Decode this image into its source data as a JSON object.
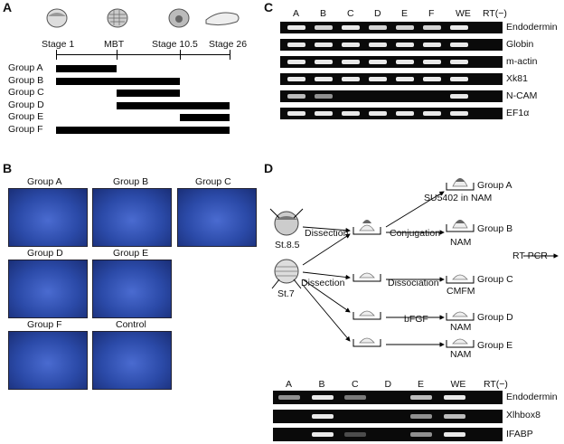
{
  "panels": {
    "a": "A",
    "b": "B",
    "c": "C",
    "d": "D"
  },
  "panelA": {
    "stages": [
      "Stage 1",
      "MBT",
      "Stage 10.5",
      "Stage 26"
    ],
    "groups": [
      {
        "label": "Group A",
        "start": 0,
        "end": 1
      },
      {
        "label": "Group B",
        "start": 0,
        "end": 2
      },
      {
        "label": "Group C",
        "start": 1,
        "end": 2
      },
      {
        "label": "Group D",
        "start": 1,
        "end": 3
      },
      {
        "label": "Group E",
        "start": 2,
        "end": 3
      },
      {
        "label": "Group F",
        "start": 0,
        "end": 3
      }
    ]
  },
  "panelB": {
    "photos": [
      "Group A",
      "Group B",
      "Group C",
      "Group D",
      "Group E",
      "Group F",
      "Control"
    ]
  },
  "panelC": {
    "lanes": [
      "A",
      "B",
      "C",
      "D",
      "E",
      "F",
      "WE",
      "RT(−)"
    ],
    "rows": [
      {
        "gene": "Endodermin",
        "bands": [
          1,
          0.9,
          1,
          0.9,
          0.9,
          0.9,
          1,
          0
        ]
      },
      {
        "gene": "Globin",
        "bands": [
          1,
          1,
          1,
          1,
          1,
          1,
          1,
          0
        ]
      },
      {
        "gene": "m-actin",
        "bands": [
          1,
          1,
          1,
          1,
          1,
          1,
          1,
          0
        ]
      },
      {
        "gene": "Xk81",
        "bands": [
          1,
          1,
          1,
          1,
          1,
          1,
          1,
          0
        ]
      },
      {
        "gene": "N-CAM",
        "bands": [
          0.8,
          0.6,
          0,
          0,
          0,
          0,
          1,
          0
        ]
      },
      {
        "gene": "EF1α",
        "bands": [
          1,
          1,
          1,
          1,
          1,
          1,
          1,
          0
        ]
      }
    ]
  },
  "panelD": {
    "st85": "St.8.5",
    "st7": "St.7",
    "dissection1": "Dissection",
    "dissection2": "Dissection",
    "conjugation": "Conjugation",
    "dissociation": "Dissociation",
    "bfgf": "bFGF",
    "su5402": "SU5402 in NAM",
    "nam1": "NAM",
    "cmfm": "CMFM",
    "nam2": "NAM",
    "nam3": "NAM",
    "rtpcr": "RT-PCR",
    "groups": [
      "Group A",
      "Group B",
      "Group C",
      "Group D",
      "Group E"
    ]
  },
  "panelD_gel": {
    "lanes": [
      "A",
      "B",
      "C",
      "D",
      "E",
      "WE",
      "RT(−)"
    ],
    "rows": [
      {
        "gene": "Endodermin",
        "bands": [
          0.6,
          1,
          0.5,
          0,
          0.8,
          1,
          0
        ]
      },
      {
        "gene": "Xlhbox8",
        "bands": [
          0,
          1,
          0,
          0,
          0.6,
          0.8,
          0
        ]
      },
      {
        "gene": "IFABP",
        "bands": [
          0,
          1,
          0.3,
          0,
          0.6,
          1,
          0
        ]
      }
    ]
  }
}
